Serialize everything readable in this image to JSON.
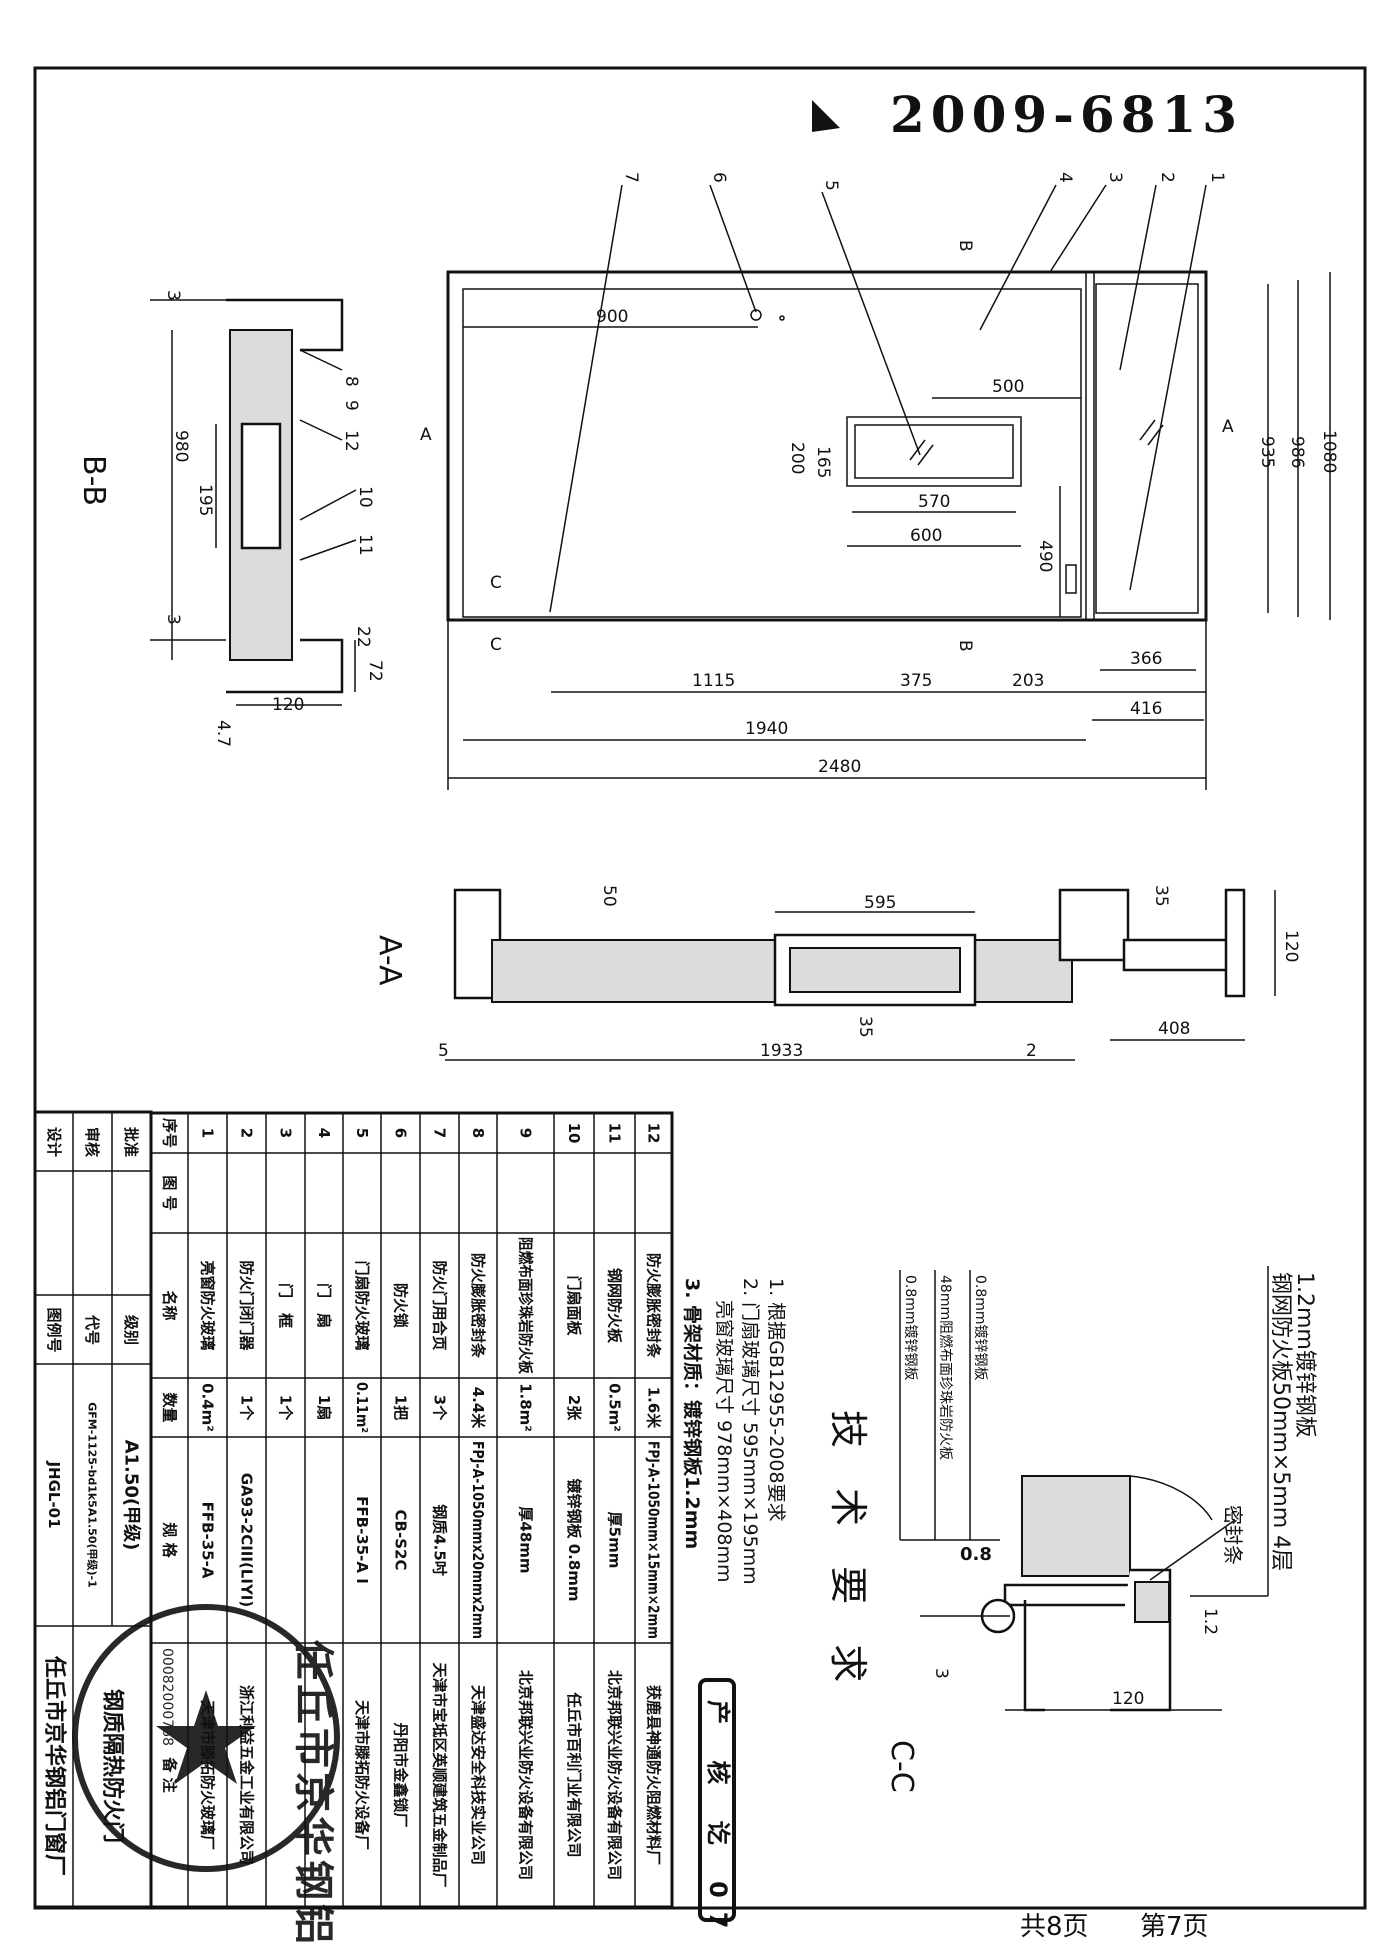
{
  "doc_number": "2009-6813",
  "views": {
    "bb": "B-B",
    "aa": "A-A",
    "cc": "C-C"
  },
  "section_marks": {
    "a": "A",
    "b": "B",
    "c": "C"
  },
  "part_callouts": [
    "1",
    "2",
    "3",
    "4",
    "5",
    "6",
    "7"
  ],
  "elevation_dims": [
    "900",
    "500",
    "165",
    "200",
    "570",
    "600",
    "490",
    "1115",
    "375",
    "203",
    "1940",
    "2480",
    "366",
    "416",
    "935",
    "986",
    "1080"
  ],
  "bb_dims": [
    "3",
    "980",
    "195",
    "3",
    "120",
    "72",
    "22",
    "4.7"
  ],
  "bb_parts": [
    "8",
    "9",
    "12",
    "10",
    "11"
  ],
  "aa_dims": [
    "50",
    "595",
    "35",
    "120",
    "408",
    "5",
    "1933",
    "2",
    "35"
  ],
  "cc": {
    "layers": [
      "1.2mm镀锌钢板",
      "钢网防火板50mm×5mm 4层",
      "0.8mm镀锌钢板",
      "48mm阻燃布面珍珠岩防火板",
      "0.8mm镀锌钢板"
    ],
    "seal_label": "密封条",
    "dims": [
      "0.8",
      "1.2",
      "3",
      "120"
    ]
  },
  "tech": {
    "title": "技 术 要 求",
    "items": [
      "1. 根据GB12955-2008要求",
      "2. 门扇玻璃尺寸 595mm×195mm",
      "亮窗玻璃尺寸 978mm×408mm",
      "3. 骨架材质：镀锌钢板1.2mm"
    ]
  },
  "bom": {
    "headers": [
      "序号",
      "图 号",
      "名称",
      "数量",
      "规 格",
      "备 注"
    ],
    "rows": [
      {
        "seq": "1",
        "name": "亮窗防火玻璃",
        "qty": "0.4m²",
        "spec": "FFB-35-A",
        "remark": "天津市滕拓防火玻璃厂"
      },
      {
        "seq": "2",
        "name": "防火门闭门器",
        "qty": "1个",
        "spec": "GA93-2CIII(LIYI)",
        "remark": "浙江利益五金工业有限公司"
      },
      {
        "seq": "3",
        "name": "门　框",
        "qty": "1个",
        "spec": "",
        "remark": ""
      },
      {
        "seq": "4",
        "name": "门　扇",
        "qty": "1扇",
        "spec": "",
        "remark": ""
      },
      {
        "seq": "5",
        "name": "门扇防火玻璃",
        "qty": "0.11m²",
        "spec": "FFB-35-A I",
        "remark": "天津市滕拓防火设备厂"
      },
      {
        "seq": "6",
        "name": "防火锁",
        "qty": "1把",
        "spec": "CB-S2C",
        "remark": "丹阳市金鑫锁厂"
      },
      {
        "seq": "7",
        "name": "防火门用合页",
        "qty": "3个",
        "spec": "钢质4.5吋",
        "remark": "天津市宝坻区英顺建筑五金制品厂"
      },
      {
        "seq": "8",
        "name": "防火膨胀密封条",
        "qty": "4.4米",
        "spec": "FPJ-A-1050mmx20mmx2mm",
        "remark": "天津盛达安全科技实业公司"
      },
      {
        "seq": "9",
        "name": "阻燃布面珍珠岩防火板",
        "qty": "1.8m²",
        "spec": "厚48mm",
        "remark": "北京邦联兴业防火设备有限公司"
      },
      {
        "seq": "10",
        "name": "门扇面板",
        "qty": "2张",
        "spec": "镀锌钢板 0.8mm",
        "remark": "任丘市百利门业有限公司"
      },
      {
        "seq": "11",
        "name": "钢网防火板",
        "qty": "0.5m²",
        "spec": "厚5mm",
        "remark": "北京邦联兴业防火设备有限公司"
      },
      {
        "seq": "12",
        "name": "防火膨胀密封条",
        "qty": "1.6米",
        "spec": "FPJ-A-1050mm×15mm×2mm",
        "remark": "获鹿县神通防火阻燃材料厂"
      }
    ]
  },
  "title_block": {
    "approve_label": "批准",
    "review_label": "审核",
    "design_label": "设计",
    "grade_label": "级别",
    "grade_value": "A1.50(甲级)",
    "code_label": "代号",
    "code_value": "GFM-1125-bd1k5A1.50(甲级)-1",
    "legend_label": "图例号",
    "legend_value": "JHGL-01",
    "product": "钢质隔热防火门",
    "company": "任丘市京华钢铝门窗厂"
  },
  "stamps": {
    "round": "任丘市京华钢铝",
    "round_code": "00082000768",
    "inspection": "产 核 讫 07"
  },
  "footer": {
    "total_pages": "共8页",
    "current_page": "第7页"
  }
}
